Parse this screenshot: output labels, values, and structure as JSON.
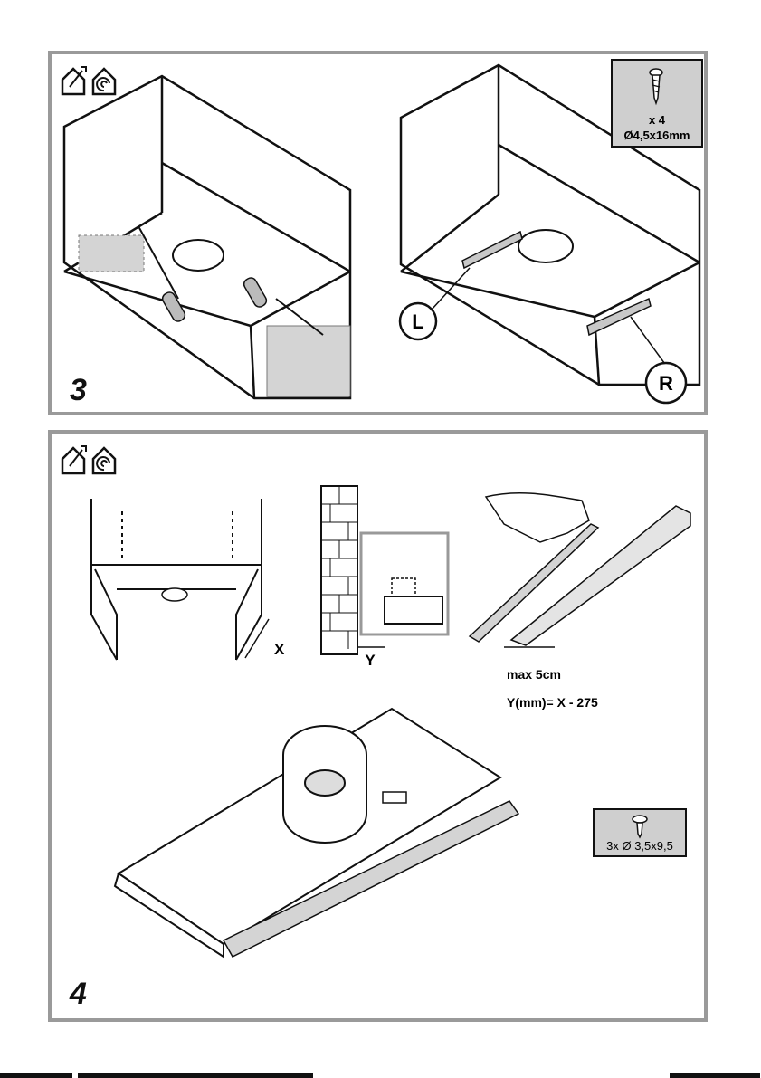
{
  "step3": {
    "number": "3",
    "mode_icons": [
      "house-duct-out-icon",
      "house-recirculation-icon"
    ],
    "bracket_left_label": "L",
    "bracket_right_label": "R",
    "screw_box": {
      "icon": "screw-icon",
      "quantity": "x 4",
      "size": "Ø4,5x16mm"
    }
  },
  "step4": {
    "number": "4",
    "mode_icons": [
      "house-duct-out-icon",
      "house-recirculation-icon"
    ],
    "dim_x_label": "X",
    "dim_y_label": "Y",
    "max_label": "max 5cm",
    "formula": "Y(mm)= X - 275",
    "screw_box": {
      "icon": "screw-icon",
      "quantity_size": "3x Ø 3,5x9,5"
    }
  },
  "colors": {
    "panel_border": "#9a9a9a",
    "shade": "#d4d4d4",
    "line": "#111111"
  }
}
